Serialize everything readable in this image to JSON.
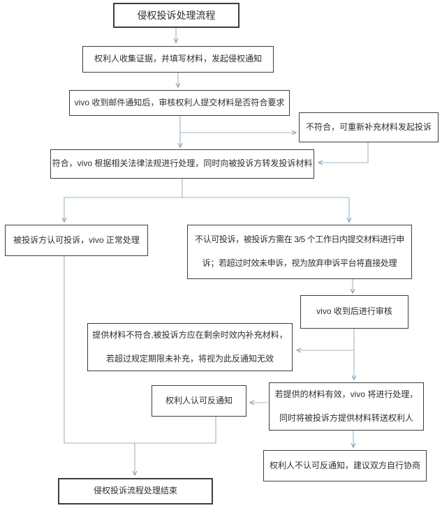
{
  "page": {
    "background_color": "#ffffff",
    "connector_color": "#9bb5c7",
    "box_border_color": "#3d3d3d",
    "text_color": "#2e2e2e"
  },
  "flowchart": {
    "nodes": [
      {
        "id": "start",
        "text": "侵权投诉处理流程"
      },
      {
        "id": "notice",
        "text": "权利人收集证据，并填写材料，发起侵权通知"
      },
      {
        "id": "review",
        "text": "vivo 收到邮件通知后，审核权利人提交材料是否符合要求"
      },
      {
        "id": "nomatch",
        "text": "不符合，可重新补充材料发起投诉"
      },
      {
        "id": "match",
        "text": "符合，vivo 根据相关法律法规进行处理，同时向被投诉方转发投诉材料"
      },
      {
        "id": "accept",
        "text": "被投诉方认可投诉，vivo 正常处理"
      },
      {
        "id": "reject",
        "text": "不认可投诉，被投诉方需在 3/5 个工作日内提交材料进行申\n诉；若超过时效未申诉，视为放弃申诉平台将直接处理"
      },
      {
        "id": "vivo-review",
        "text": "vivo 收到后进行审核"
      },
      {
        "id": "insufficient",
        "text": "提供材料不符合,被投诉方应在剩余时效内补充材料，\n若超过规定期限未补充，将视为此反通知无效"
      },
      {
        "id": "accept-counter",
        "text": "权利人认可反通知"
      },
      {
        "id": "valid",
        "text": "若提供的材料有效，vivo 将进行处理，\n同时将被投诉方提供材料转送权利人"
      },
      {
        "id": "reject-counter",
        "text": "权利人不认可反通知，建议双方自行协商"
      },
      {
        "id": "end",
        "text": "侵权投诉流程处理结束"
      }
    ]
  }
}
